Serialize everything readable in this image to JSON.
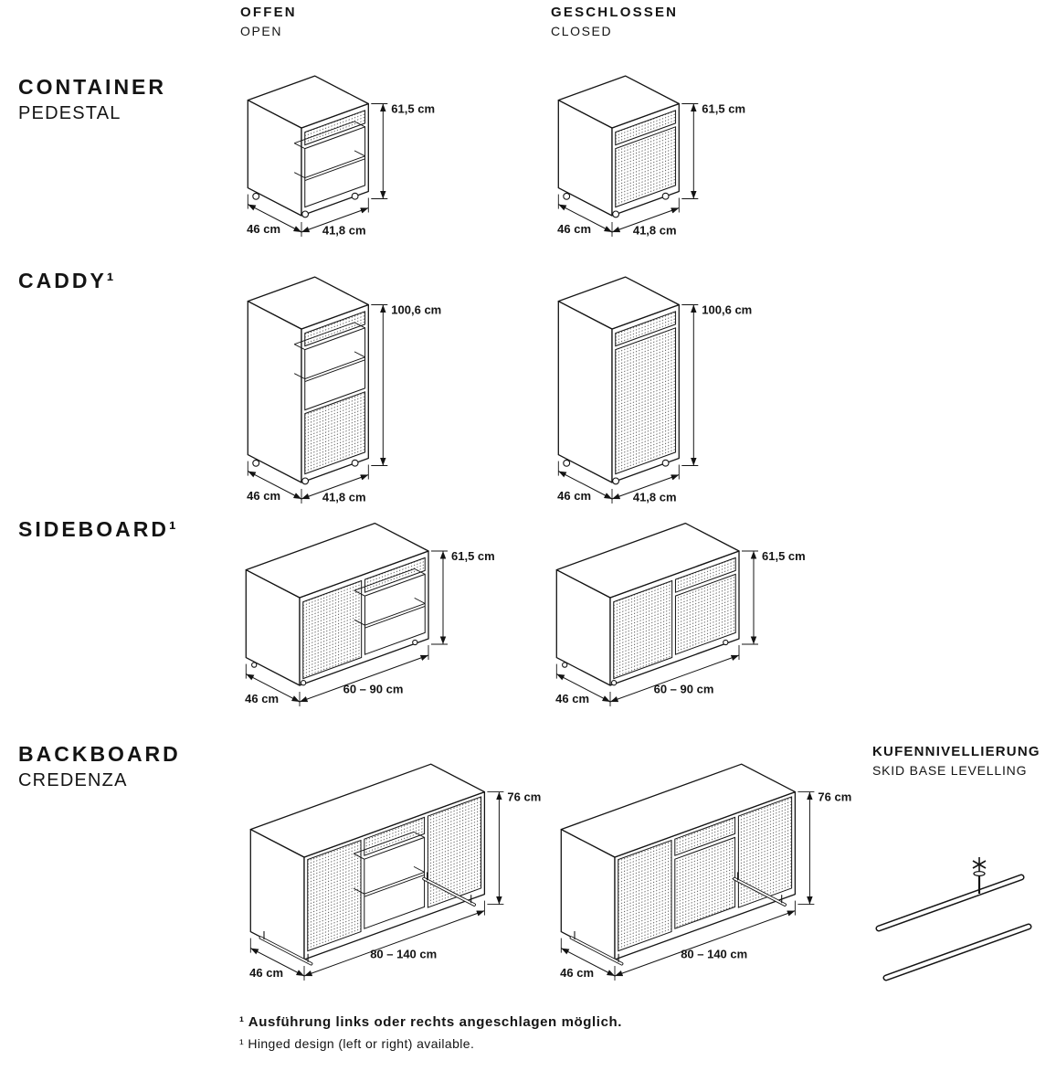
{
  "page": {
    "background": "#ffffff",
    "ink": "#141414"
  },
  "columns": {
    "open": {
      "title": "OFFEN",
      "subtitle": "OPEN"
    },
    "closed": {
      "title": "GESCHLOSSEN",
      "subtitle": "CLOSED"
    }
  },
  "rows": [
    {
      "title": "CONTAINER",
      "subtitle": "PEDESTAL",
      "height": "61,5 cm",
      "depth": "46 cm",
      "width": "41,8 cm"
    },
    {
      "title": "CADDY¹",
      "subtitle": "",
      "height": "100,6 cm",
      "depth": "46 cm",
      "width": "41,8 cm"
    },
    {
      "title": "SIDEBOARD¹",
      "subtitle": "",
      "height": "61,5 cm",
      "depth": "46 cm",
      "width": "60 – 90 cm"
    },
    {
      "title": "BACKBOARD",
      "subtitle": "CREDENZA",
      "height": "76 cm",
      "depth": "46 cm",
      "width": "80 – 140 cm"
    }
  ],
  "detail": {
    "title": "KUFENNIVELLIERUNG",
    "subtitle": "SKID BASE LEVELLING"
  },
  "footnotes": {
    "de": "¹ Ausführung links oder rechts angeschlagen möglich.",
    "en": "¹ Hinged design (left or right) available."
  }
}
